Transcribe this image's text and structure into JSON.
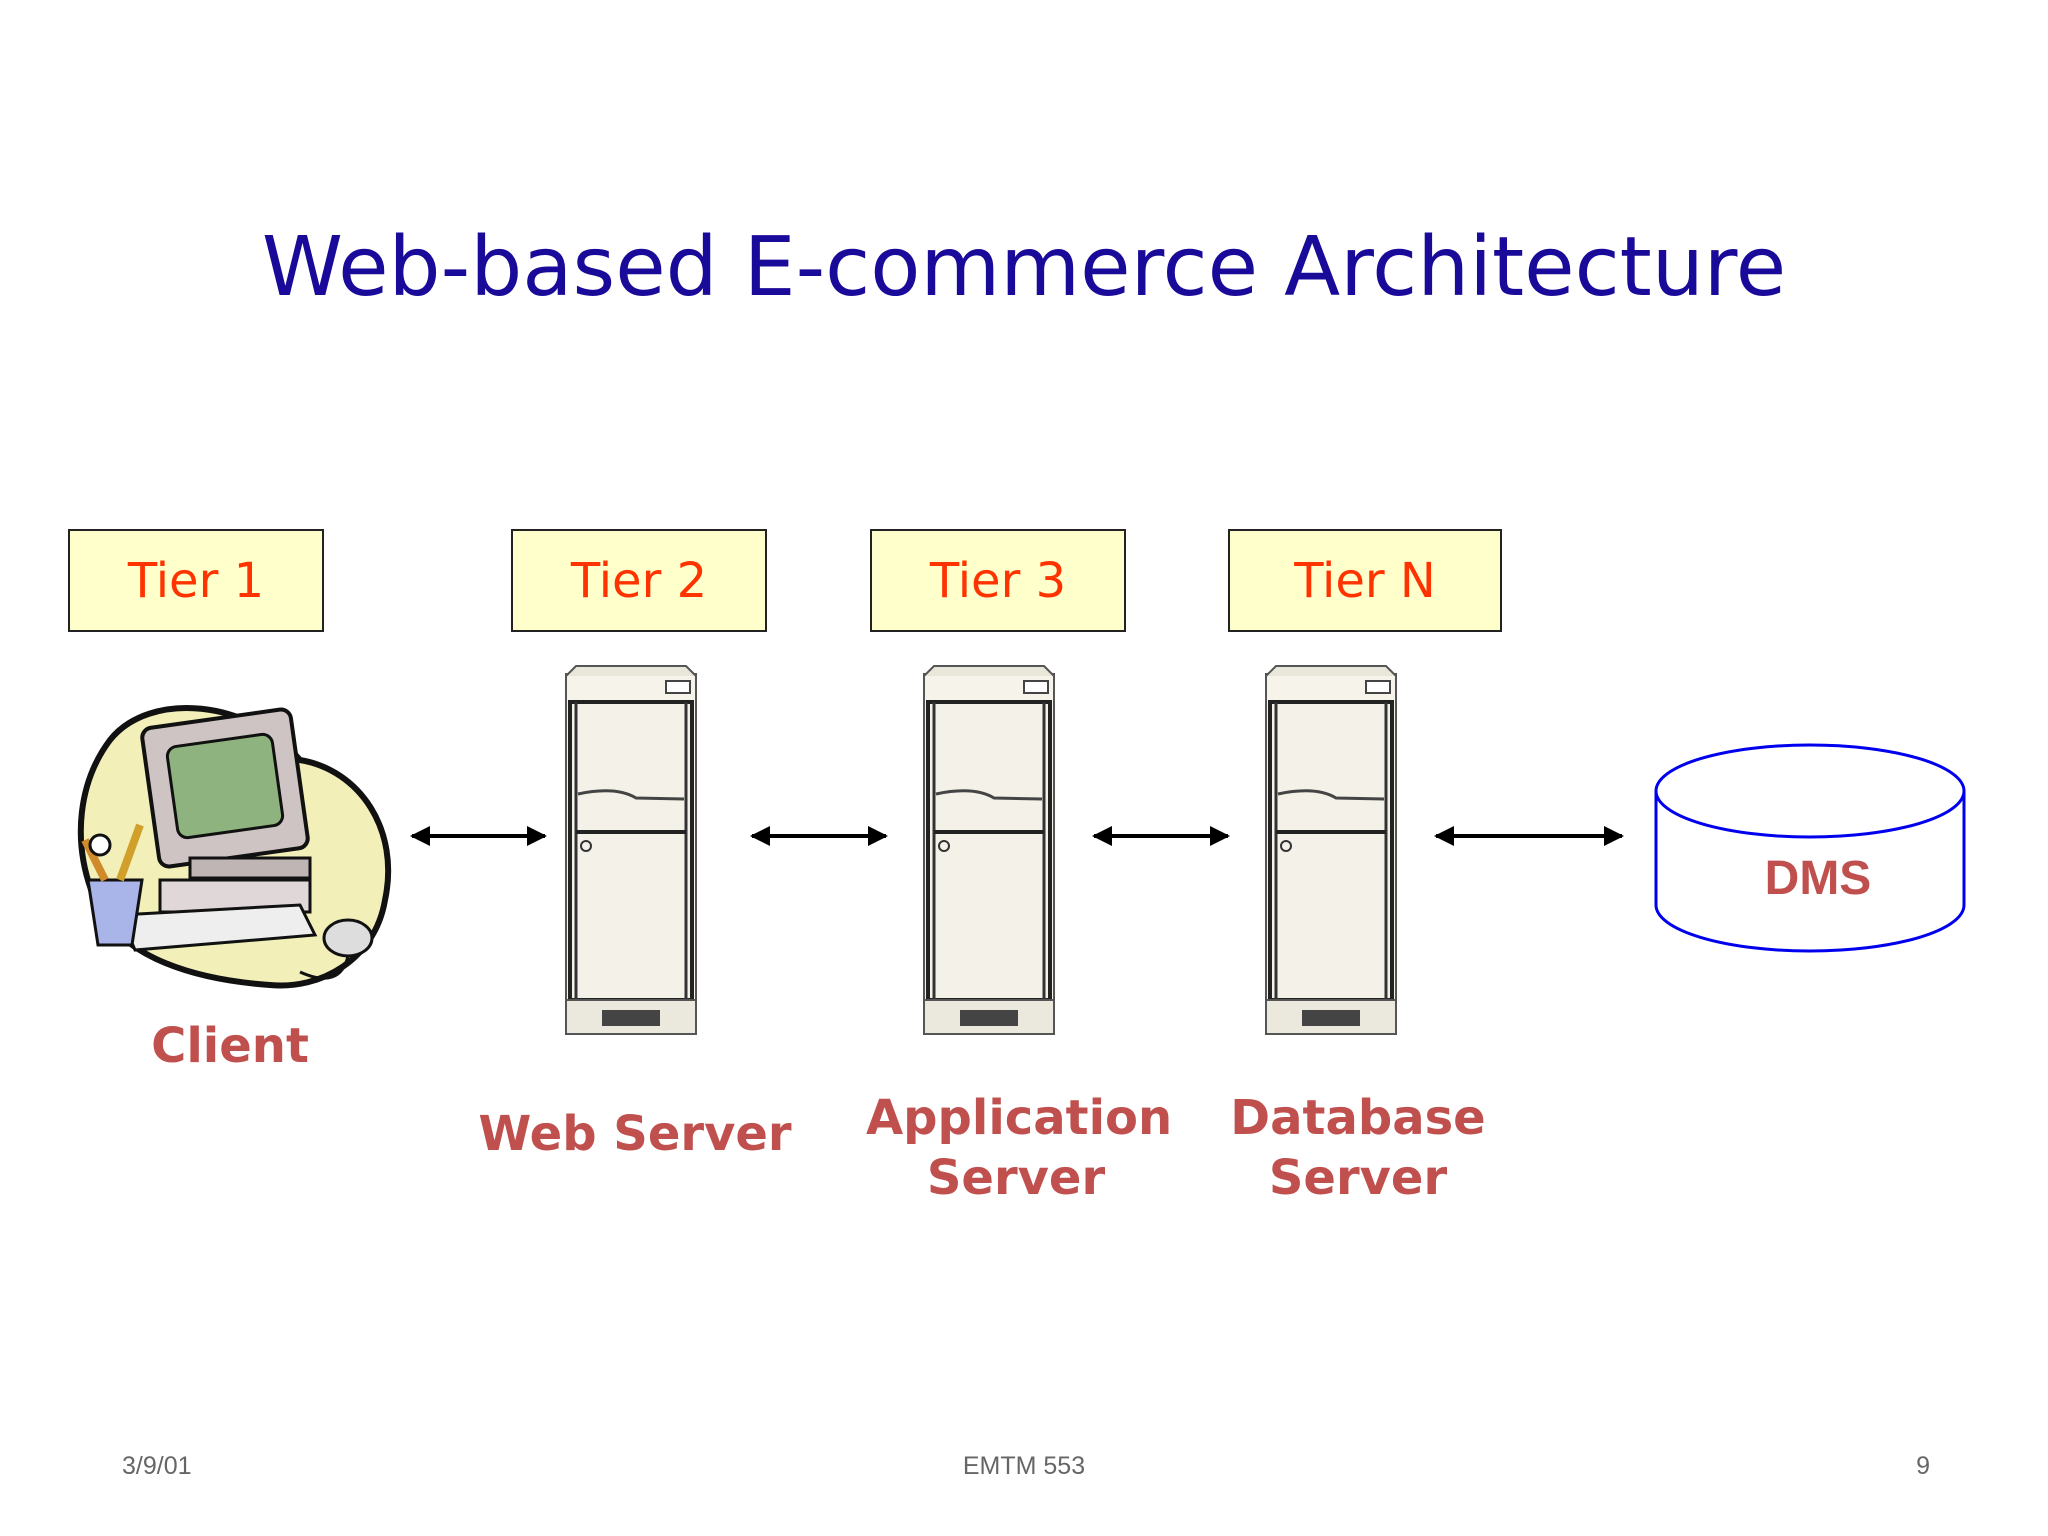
{
  "title": "Web-based E-commerce Architecture",
  "tiers": [
    "Tier 1",
    "Tier 2",
    "Tier 3",
    "Tier N"
  ],
  "labels": {
    "client": "Client",
    "web_server": "Web  Server",
    "application_server": "Application\nServer",
    "database_server": "Database\nServer",
    "dms": "DMS"
  },
  "footer": {
    "date": "3/9/01",
    "course": "EMTM 553",
    "page": "9"
  },
  "colors": {
    "title": "#1a0a99",
    "tier_text": "#ff3300",
    "tier_fill": "#ffffcc",
    "label": "#c0504d",
    "dms_outline": "#0000ee"
  }
}
